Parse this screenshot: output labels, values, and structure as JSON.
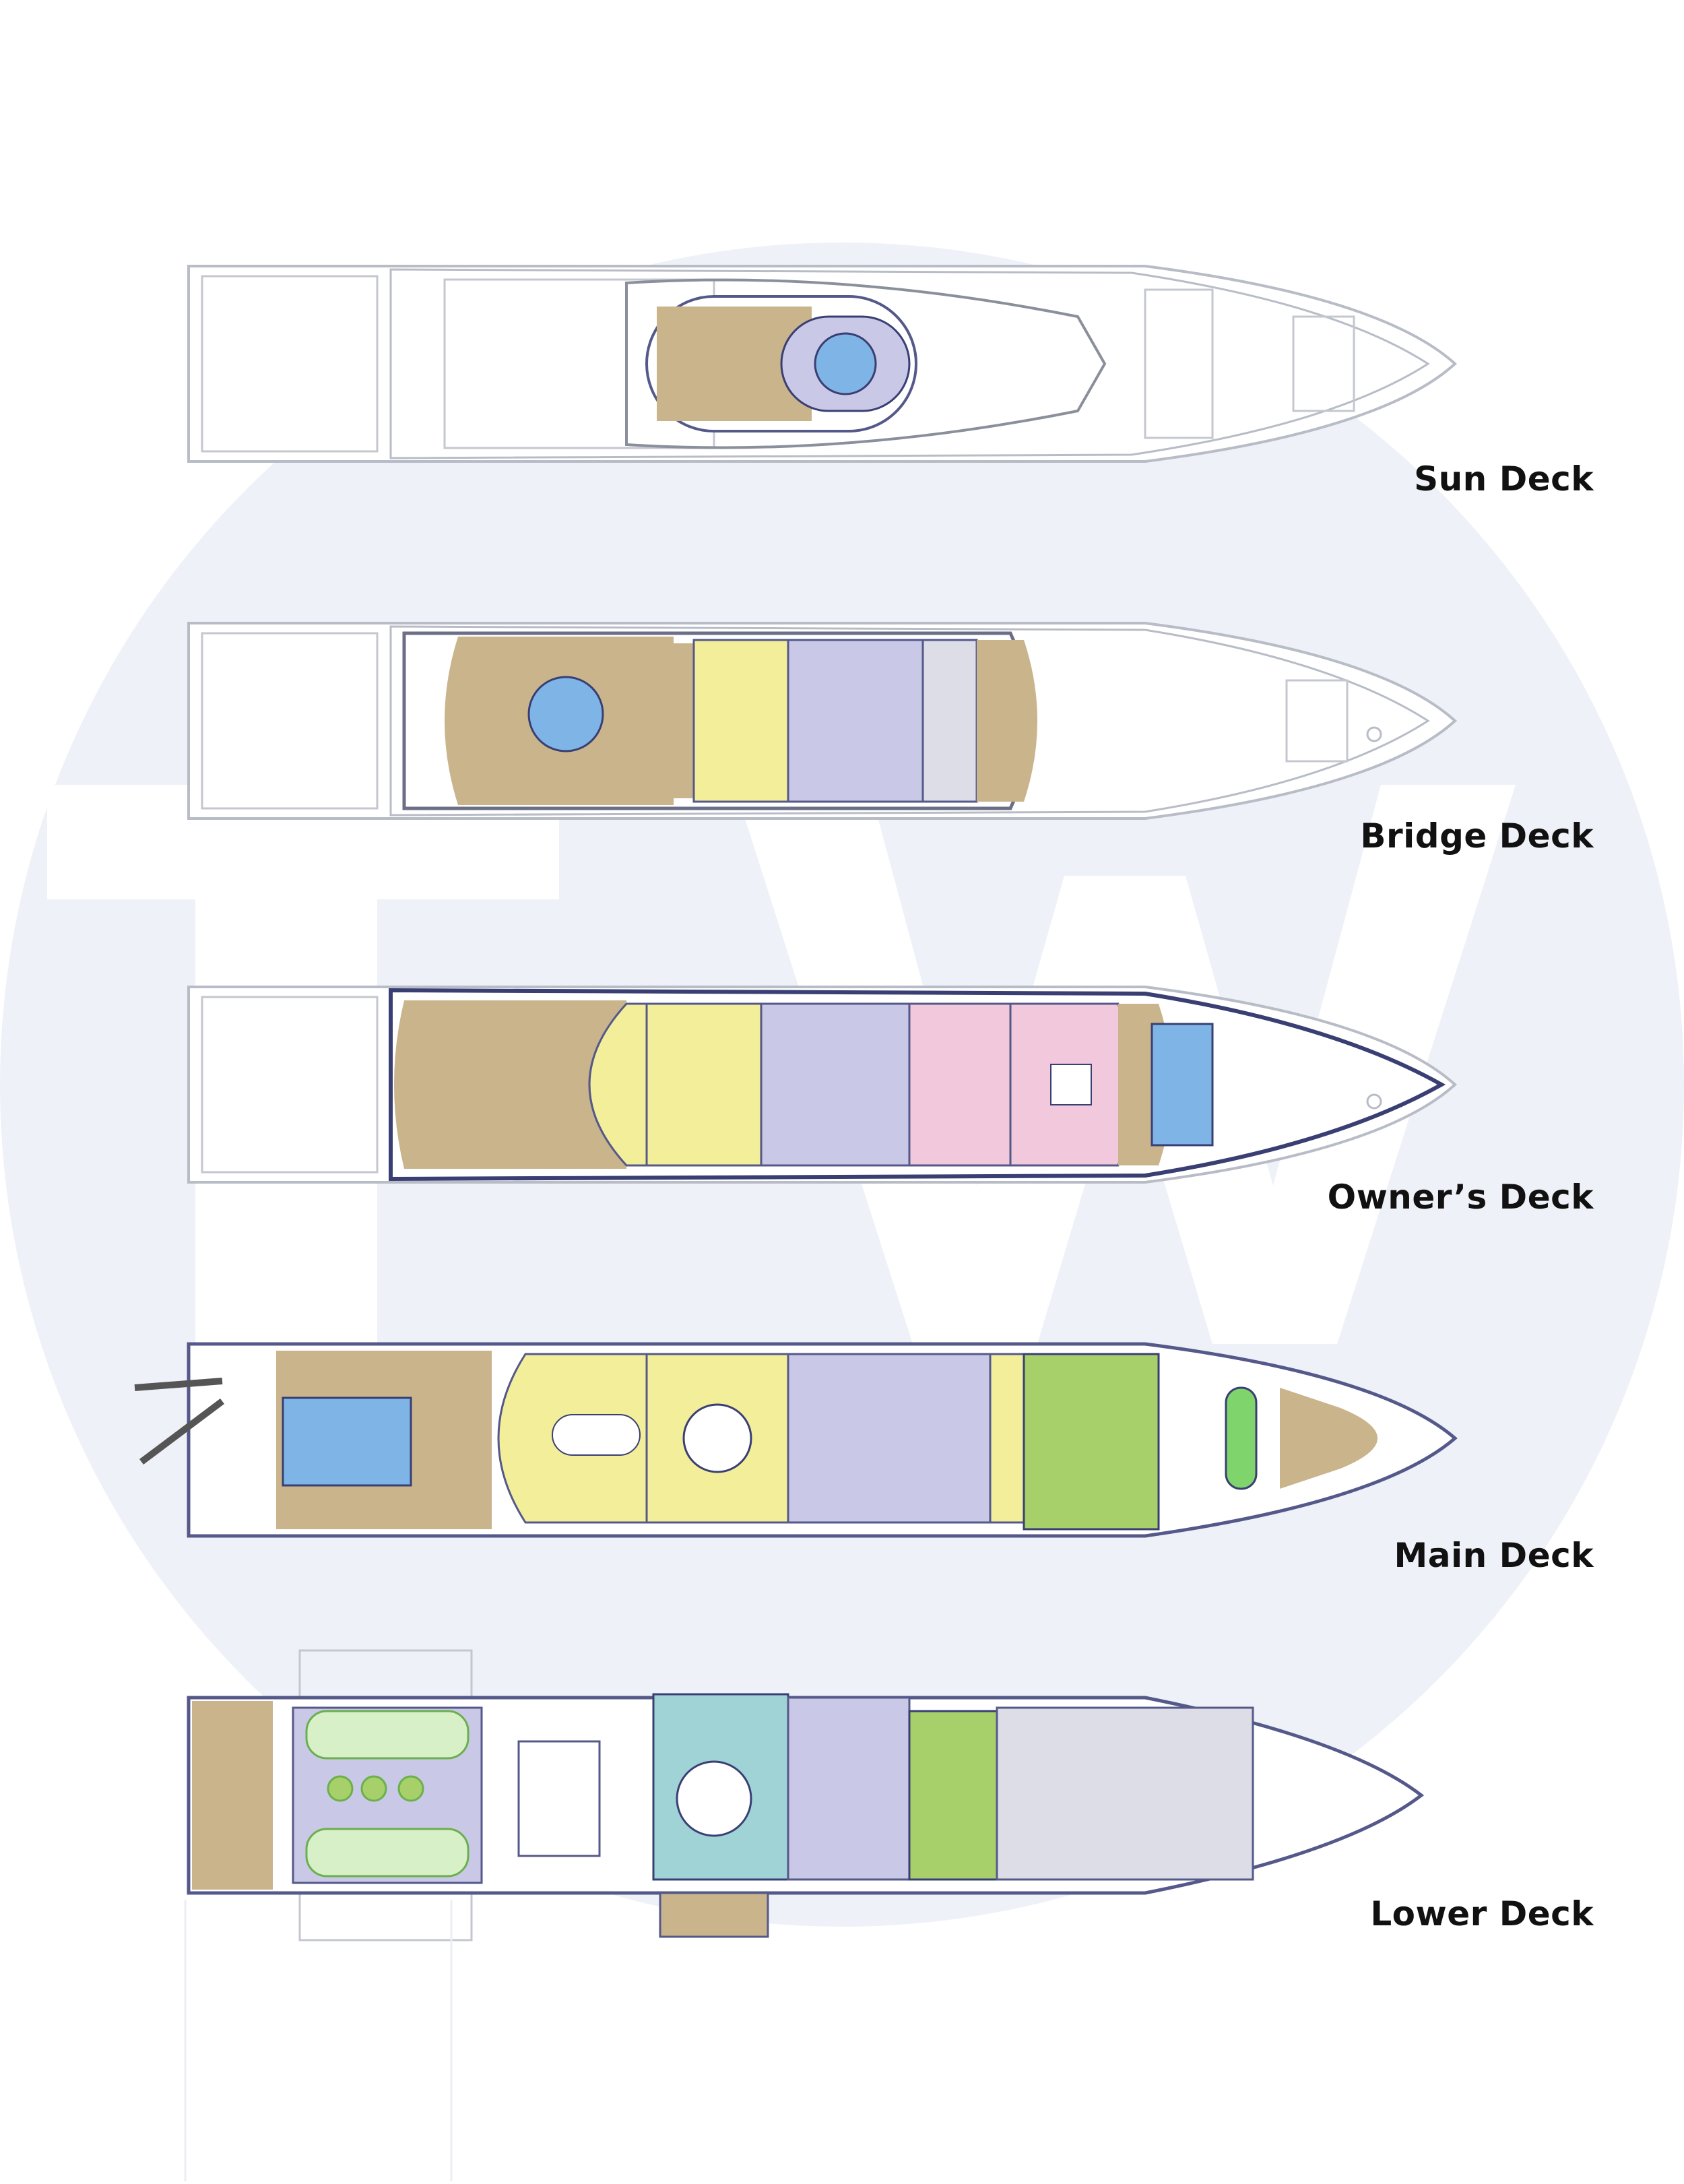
{
  "watermark": {
    "letters": "TW",
    "circle_color": "#eef1f8",
    "letter_color": "#ffffff"
  },
  "colors": {
    "outline": "#9aa0aa",
    "outline_dark": "#3a3f73",
    "teak": "#c9b48c",
    "yellow": "#f2ee9a",
    "lavender": "#c9c8e6",
    "pink": "#f1c8dc",
    "green": "#a8d06a",
    "teal": "#9fd3d6",
    "water": "#7fb4e6",
    "gray_room": "#dcdde6"
  },
  "decks": [
    {
      "id": "sun",
      "label": "Sun Deck"
    },
    {
      "id": "bridge",
      "label": "Bridge Deck"
    },
    {
      "id": "owner",
      "label": "Owner’s Deck"
    },
    {
      "id": "main",
      "label": "Main Deck"
    },
    {
      "id": "lower",
      "label": "Lower Deck"
    }
  ]
}
